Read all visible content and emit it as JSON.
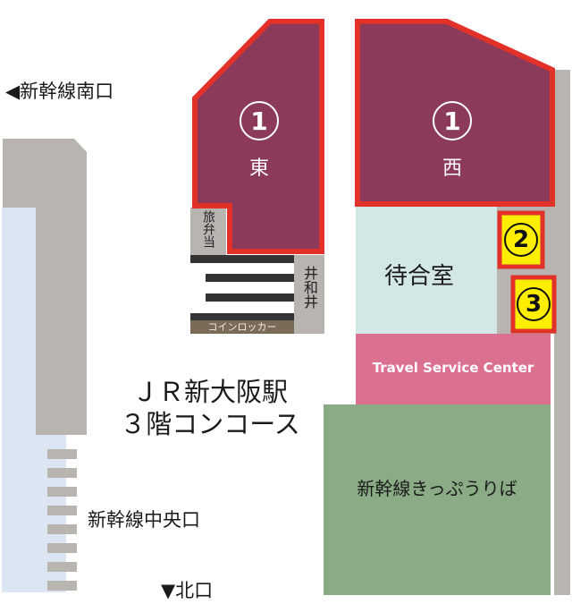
{
  "map": {
    "title_line1": "ＪＲ新大阪駅",
    "title_line2": "３階コンコース",
    "colors": {
      "platform_zone": "#8b3a5a",
      "zone_border": "#e23129",
      "wall_gray": "#b8b5b1",
      "waiting_room": "#d3e8e6",
      "travel_center": "#dc7091",
      "ticket_office": "#8aab86",
      "left_blue": "#dbe6f2",
      "locker": "#7a6a58",
      "bar": "#333333",
      "marker_yellow": "#ffee00"
    },
    "exits": {
      "south": {
        "arrow": "◀",
        "label": "新幹線南口"
      },
      "central": {
        "label": "新幹線中央口"
      },
      "north": {
        "arrow": "▼",
        "label": "北口"
      }
    },
    "zones": {
      "east": {
        "number": "1",
        "name": "東"
      },
      "west": {
        "number": "1",
        "name": "西"
      }
    },
    "markers": [
      {
        "number": "2"
      },
      {
        "number": "3"
      }
    ],
    "facilities": {
      "ekiben": "旅弁当",
      "izuzu": "井和井",
      "coin_locker": "コインロッカー",
      "waiting_room": "待合室",
      "travel_center": "Travel Service Center",
      "ticket_office": "新幹線きっぷうりば"
    }
  }
}
